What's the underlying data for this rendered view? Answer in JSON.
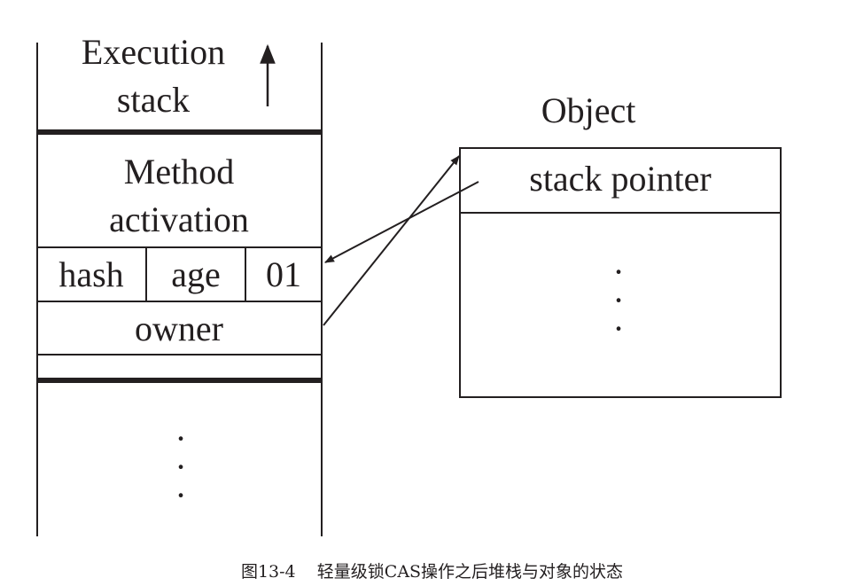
{
  "stack": {
    "title_line1": "Execution",
    "title_line2": "stack",
    "method_line1": "Method",
    "method_line2": "activation",
    "cells": [
      "hash",
      "age",
      "01"
    ],
    "owner": "owner",
    "ellipsis": "·"
  },
  "object": {
    "title": "Object",
    "header": "stack pointer",
    "ellipsis": "·"
  },
  "caption": "图13-4    轻量级锁CAS操作之后堆栈与对象的状态"
}
